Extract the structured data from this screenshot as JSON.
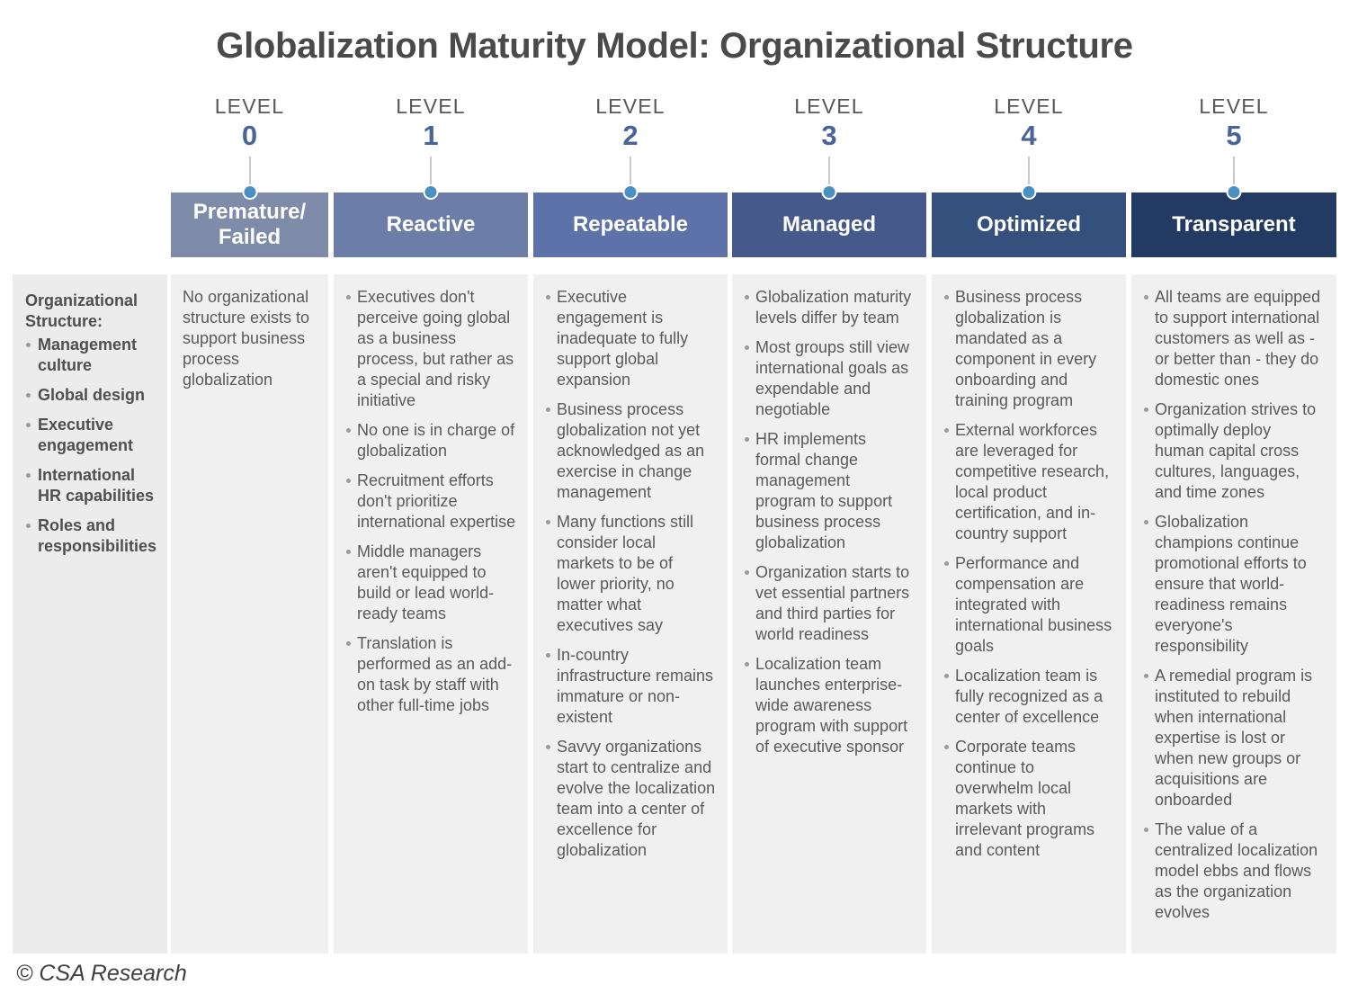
{
  "title": "Globalization Maturity Model: Organizational Structure",
  "footer": "© CSA Research",
  "level_word": "LEVEL",
  "colors": {
    "page_background": "#ffffff",
    "title_text": "#4a4a4a",
    "level_number": "#4a6499",
    "level_word": "#585858",
    "connector_dot": "#4a90c2",
    "connector_line": "#c9c9c9",
    "panel_background": "#f0f0f0",
    "sidebar_background": "#ececec",
    "body_text": "#5a5a5a",
    "sidebar_text": "#4f4f4f",
    "bullet": "#9a9a9a"
  },
  "sidebar": {
    "heading": "Organizational Structure:",
    "items": [
      "Management culture",
      "Global design",
      "Executive engagement",
      "International HR capabilities",
      "Roles and responsibilities"
    ]
  },
  "levels": [
    {
      "number": "0",
      "name": "Premature/ Failed",
      "header_color": "#7e8caa",
      "body_type": "paragraph",
      "paragraph": "No organizational structure exists to support business process globalization",
      "bullets": []
    },
    {
      "number": "1",
      "name": "Reactive",
      "header_color": "#6c7da8",
      "body_type": "bullets",
      "paragraph": "",
      "bullets": [
        "Executives don't perceive going global as a business process, but rather as a special and risky initiative",
        "No one is in charge of globalization",
        "Recruitment efforts don't prioritize international expertise",
        "Middle managers aren't equipped to build or lead world-ready teams",
        "Translation is performed as an add-on task by staff with other full-time jobs"
      ]
    },
    {
      "number": "2",
      "name": "Repeatable",
      "header_color": "#5c72a8",
      "body_type": "bullets",
      "paragraph": "",
      "bullets": [
        "Executive engagement is inadequate to fully support global expansion",
        "Business process globalization not yet acknowledged as an exercise in change management",
        "Many functions still consider local markets to be of lower priority, no matter what executives say",
        "In-country infrastructure remains immature or non-existent",
        "Savvy organizations start to centralize and evolve the localization team into a center of excellence for globalization"
      ]
    },
    {
      "number": "3",
      "name": "Managed",
      "header_color": "#45598b",
      "body_type": "bullets",
      "paragraph": "",
      "bullets": [
        "Globalization maturity levels differ by team",
        "Most groups still view international goals as expendable and negotiable",
        "HR implements formal change management program to support business process globalization",
        "Organization starts to vet essential partners and third parties for world readiness",
        "Localization team launches enterprise-wide awareness program with support of executive sponsor"
      ]
    },
    {
      "number": "4",
      "name": "Optimized",
      "header_color": "#36507d",
      "body_type": "bullets",
      "paragraph": "",
      "bullets": [
        "Business process globalization is mandated as a component in every onboarding and training program",
        "External workforces are leveraged for competitive research, local product certification, and in-country support",
        "Performance and compensation are integrated with international business goals",
        "Localization team is fully recognized as a center of excellence",
        "Corporate teams continue to overwhelm local markets with irrelevant programs and content"
      ]
    },
    {
      "number": "5",
      "name": "Transparent",
      "header_color": "#233a63",
      "body_type": "bullets",
      "paragraph": "",
      "bullets": [
        "All teams are equipped to support international customers as well as - or better than - they do domestic ones",
        "Organization strives to optimally deploy human capital cross cultures, languages, and time zones",
        "Globalization champions continue promotional efforts to ensure that world-readiness remains everyone's responsibility",
        "A remedial program is instituted to rebuild when international expertise is lost or when new groups or acquisitions are onboarded",
        "The value of a centralized localization model ebbs and flows as the organization evolves"
      ]
    }
  ]
}
